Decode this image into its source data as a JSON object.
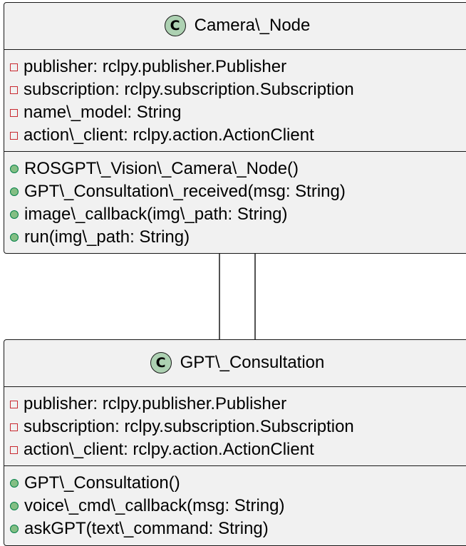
{
  "classes": [
    {
      "id": "camera",
      "stereotype": "C",
      "name": "Camera\\_Node",
      "fields": [
        {
          "visibility": "private",
          "text": "publisher: rclpy.publisher.Publisher"
        },
        {
          "visibility": "private",
          "text": "subscription: rclpy.subscription.Subscription"
        },
        {
          "visibility": "private",
          "text": "name\\_model: String"
        },
        {
          "visibility": "private",
          "text": "action\\_client: rclpy.action.ActionClient"
        }
      ],
      "methods": [
        {
          "visibility": "public",
          "text": "ROSGPT\\_Vision\\_Camera\\_Node()"
        },
        {
          "visibility": "public",
          "text": "GPT\\_Consultation\\_received(msg: String)"
        },
        {
          "visibility": "public",
          "text": "image\\_callback(img\\_path: String)"
        },
        {
          "visibility": "public",
          "text": "run(img\\_path: String)"
        }
      ]
    },
    {
      "id": "gpt",
      "stereotype": "C",
      "name": "GPT\\_Consultation",
      "fields": [
        {
          "visibility": "private",
          "text": "publisher: rclpy.publisher.Publisher"
        },
        {
          "visibility": "private",
          "text": "subscription: rclpy.subscription.Subscription"
        },
        {
          "visibility": "private",
          "text": "action\\_client: rclpy.action.ActionClient"
        }
      ],
      "methods": [
        {
          "visibility": "public",
          "text": "GPT\\_Consultation()"
        },
        {
          "visibility": "public",
          "text": "voice\\_cmd\\_callback(msg: String)"
        },
        {
          "visibility": "public",
          "text": "askGPT(text\\_command: String)"
        }
      ]
    }
  ],
  "relations": [
    {
      "from": "camera",
      "to": "gpt",
      "type": "association"
    },
    {
      "from": "camera",
      "to": "gpt",
      "type": "association"
    }
  ],
  "colors": {
    "box_fill": "#f1f1f1",
    "border": "#181818",
    "class_badge": "#add1b2",
    "private_marker": "#c82930",
    "public_marker_fill": "#84be84",
    "public_marker_stroke": "#038048"
  }
}
